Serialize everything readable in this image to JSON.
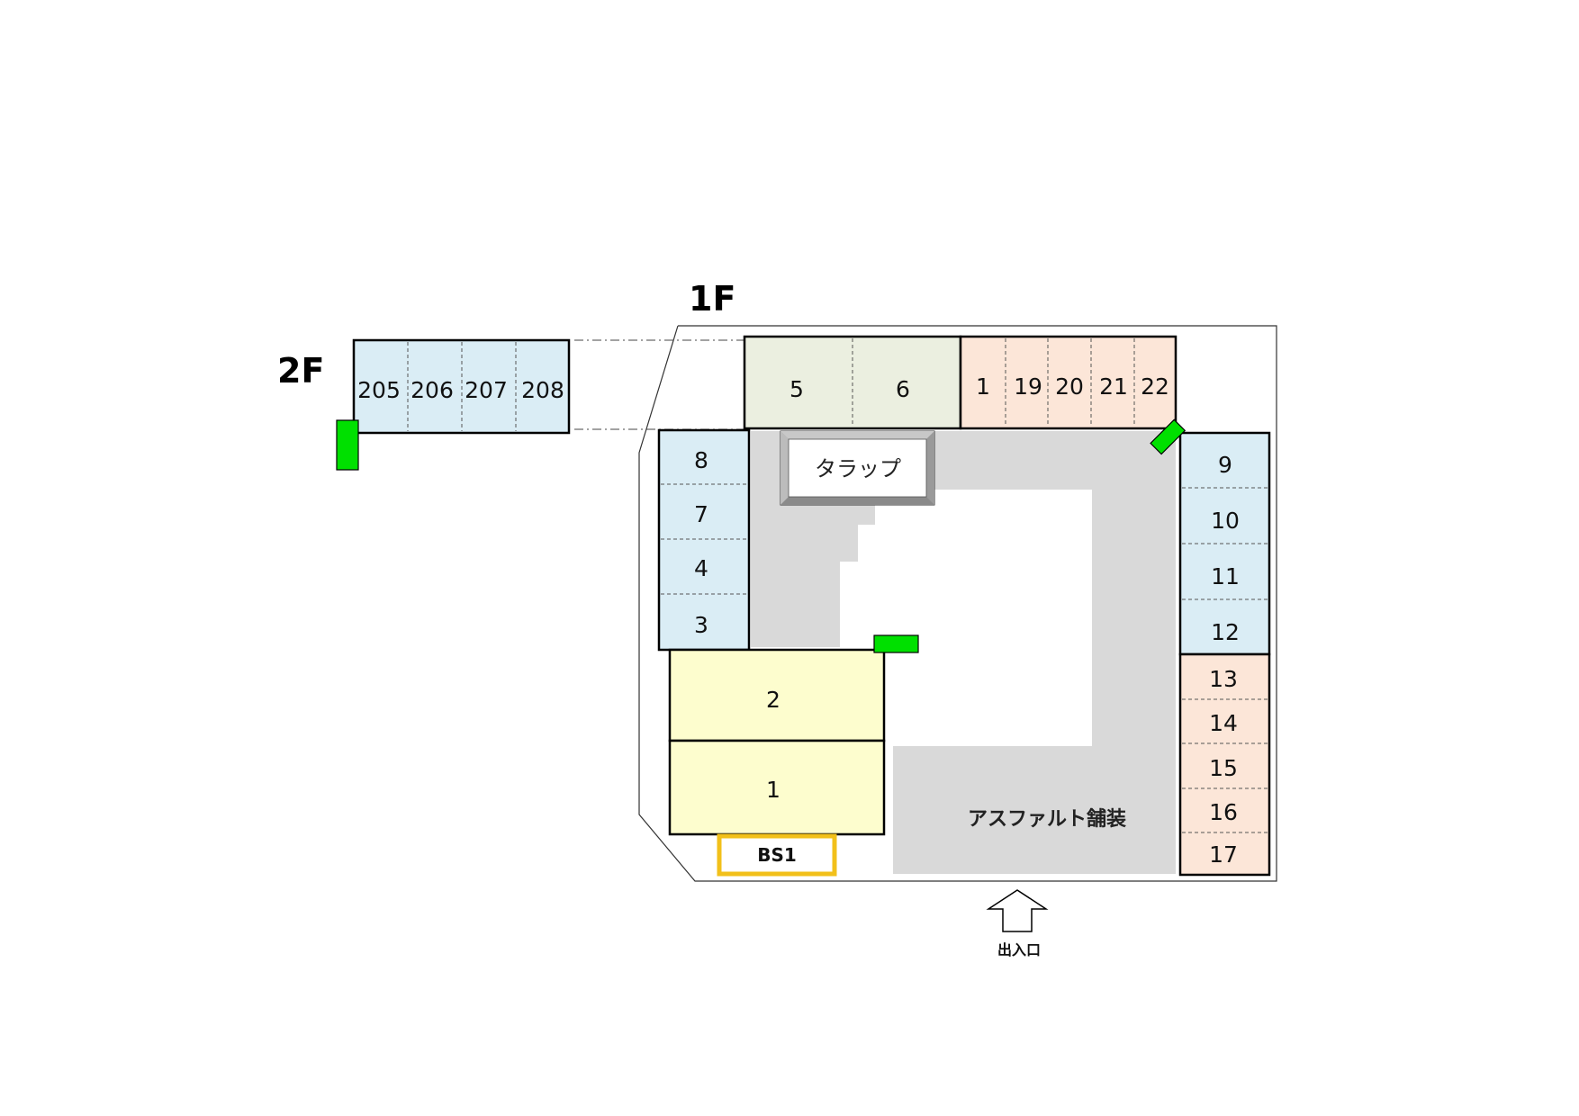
{
  "floors": {
    "first": "1F",
    "second": "2F"
  },
  "units_2f": [
    "205",
    "206",
    "207",
    "208"
  ],
  "units_top_green": [
    "5",
    "6"
  ],
  "units_top_orange": [
    "1",
    "19",
    "20",
    "21",
    "22"
  ],
  "units_left_blue": [
    "8",
    "7",
    "4",
    "3"
  ],
  "units_right_blue": [
    "9",
    "10",
    "11",
    "12"
  ],
  "units_right_orange": [
    "13",
    "14",
    "15",
    "16",
    "17"
  ],
  "units_bottom_yellow": [
    "2",
    "1"
  ],
  "labels": {
    "trap": "タラップ",
    "asphalt": "アスファルト舗装",
    "bs": "BS1",
    "entrance": "出入口"
  },
  "colors": {
    "blue_unit": "#daedf5",
    "green_unit": "#ebefe0",
    "orange_unit": "#fce6d8",
    "yellow_unit": "#fdfdce",
    "pavement": "#d9d9d9",
    "marker": "#00e000",
    "bs_border": "#f2c01a"
  }
}
